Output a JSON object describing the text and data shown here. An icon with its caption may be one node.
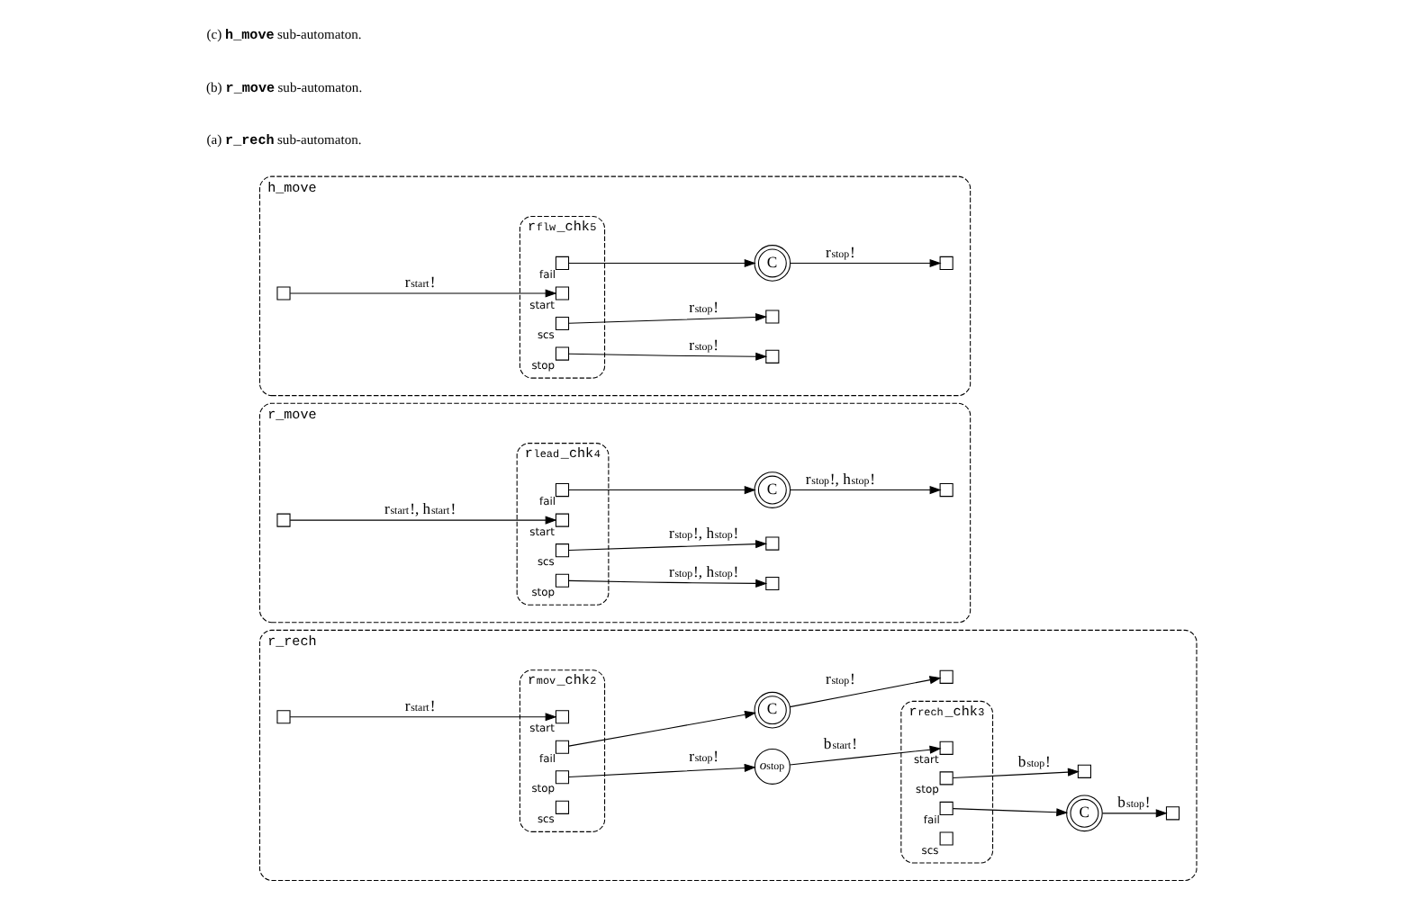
{
  "diagram": {
    "nodes": [
      {
        "text": [
          "r_rech"
        ]
      },
      {
        "text": [
          "r$_{mov}$_chk$_{2}$"
        ],
        "in": 0
      },
      {
        "text": [
          "r$_{rech}$_chk$_{3}$"
        ],
        "in": 0
      },
      {
        "text": [],
        "shape": "box",
        "in": 0
      },
      {
        "text": [],
        "shape": "box",
        "in": 1,
        "beside": [
          "start"
        ]
      },
      {
        "text": [],
        "shape": "box",
        "in": 1,
        "beside": [
          "stop"
        ]
      },
      {
        "text": [],
        "shape": "box",
        "in": 1,
        "beside": [
          "fail"
        ]
      },
      {
        "text": [],
        "shape": "box",
        "in": 1,
        "beside": [
          "scs"
        ]
      },
      {
        "text": [
          "*o*$_{stop}$"
        ],
        "in": 0
      },
      {
        "text": [
          "C"
        ],
        "in": 0
      },
      {
        "text": [],
        "shape": "box",
        "in": 0
      },
      {
        "text": [],
        "shape": "box",
        "in": 2,
        "beside": [
          "start"
        ]
      },
      {
        "text": [],
        "shape": "box",
        "in": 2,
        "beside": [
          "fail"
        ]
      },
      {
        "text": [],
        "shape": "box",
        "in": 2,
        "beside": [
          "stop"
        ]
      },
      {
        "text": [],
        "shape": "box",
        "in": 2,
        "beside": [
          "scs"
        ]
      },
      {
        "text": [
          "C"
        ],
        "in": 0
      },
      {
        "text": [],
        "shape": "box",
        "in": 0
      },
      {
        "text": [],
        "shape": "box",
        "in": 0
      },
      {
        "text": [
          "r_move"
        ]
      },
      {
        "text": [
          "r$_{lead}$_chk$_{4}$"
        ],
        "in": 18
      },
      {
        "text": [],
        "shape": "box",
        "in": 18
      },
      {
        "text": [],
        "shape": "box",
        "in": 19,
        "beside": [
          "stop"
        ]
      },
      {
        "text": [],
        "shape": "box",
        "in": 19,
        "beside": [
          "start"
        ]
      },
      {
        "text": [],
        "shape": "box",
        "in": 19,
        "beside": [
          "scs"
        ]
      },
      {
        "text": [],
        "shape": "box",
        "in": 19,
        "beside": [
          "fail"
        ]
      },
      {
        "text": [
          "C"
        ],
        "in": 18
      },
      {
        "text": [],
        "shape": "box",
        "in": 18
      },
      {
        "text": [],
        "shape": "box",
        "in": 18
      },
      {
        "text": [],
        "shape": "box",
        "in": 18
      },
      {
        "text": [
          "h_move"
        ]
      },
      {
        "text": [
          "r$_{flw}$_chk$_{5}$"
        ],
        "in": 29
      },
      {
        "text": [],
        "shape": "box",
        "in": 29
      },
      {
        "text": [],
        "shape": "box",
        "in": 30,
        "beside": [
          "stop"
        ]
      },
      {
        "text": [],
        "shape": "box",
        "in": 30,
        "beside": [
          "start"
        ]
      },
      {
        "text": [],
        "shape": "box",
        "in": 30,
        "beside": [
          "scs"
        ]
      },
      {
        "text": [],
        "shape": "box",
        "in": 30,
        "beside": [
          "fail"
        ]
      },
      {
        "text": [
          "C"
        ],
        "in": 29
      },
      {
        "text": [],
        "shape": "box",
        "in": 29
      },
      {
        "text": [],
        "shape": "box",
        "in": 29
      },
      {
        "text": [],
        "shape": "box",
        "in": 29
      }
    ],
    "edges": [
      {
        "from": 3,
        "to": 4,
        "arrow": "to",
        "label": "r$_{start}$!"
      },
      {
        "from": 5,
        "to": 8,
        "arrow": "to",
        "label": "r$_{stop}$!"
      },
      {
        "from": 6,
        "to": 9,
        "arrow": "to"
      },
      {
        "from": 9,
        "to": 10,
        "arrow": "to",
        "label": "r$_{stop}$!"
      },
      {
        "from": 8,
        "to": 11,
        "arrow": "to",
        "label": "b$_{start}$!"
      },
      {
        "from": 12,
        "to": 15,
        "arrow": "to"
      },
      {
        "from": 13,
        "to": 17,
        "arrow": "to",
        "label": "b$_{stop}$!"
      },
      {
        "from": 15,
        "to": 16,
        "arrow": "to",
        "label": "b$_{stop}$!"
      },
      {
        "from": 21,
        "to": 20,
        "arrow": "to",
        "label": "r$_{stop}$!, h$_{stop}$!"
      },
      {
        "from": 26,
        "to": 22,
        "arrow": "to",
        "label": "r$_{start}$!, h$_{start}$!"
      },
      {
        "from": 23,
        "to": 27,
        "arrow": "to",
        "label": "r$_{stop}$!, h$_{stop}$!"
      },
      {
        "from": 24,
        "to": 25,
        "arrow": "to"
      },
      {
        "from": 25,
        "to": 28,
        "arrow": "to",
        "label": "r$_{stop}$!, h$_{stop}$!"
      },
      {
        "from": 32,
        "to": 31,
        "arrow": "to",
        "label": "r$_{stop}$!"
      },
      {
        "from": 37,
        "to": 33,
        "arrow": "to",
        "label": "r$_{start}$!"
      },
      {
        "from": 34,
        "to": 38,
        "arrow": "to",
        "label": "r$_{stop}$!"
      },
      {
        "from": 35,
        "to": 36,
        "arrow": "to"
      },
      {
        "from": 36,
        "to": 39,
        "arrow": "to",
        "label": "r$_{stop}$!"
      }
    ],
    "labels": [
      "(a) **r_rech** sub-automaton.",
      "(b) **r_move** sub-automaton.",
      "(c) **h_move** sub-automaton."
    ]
  }
}
